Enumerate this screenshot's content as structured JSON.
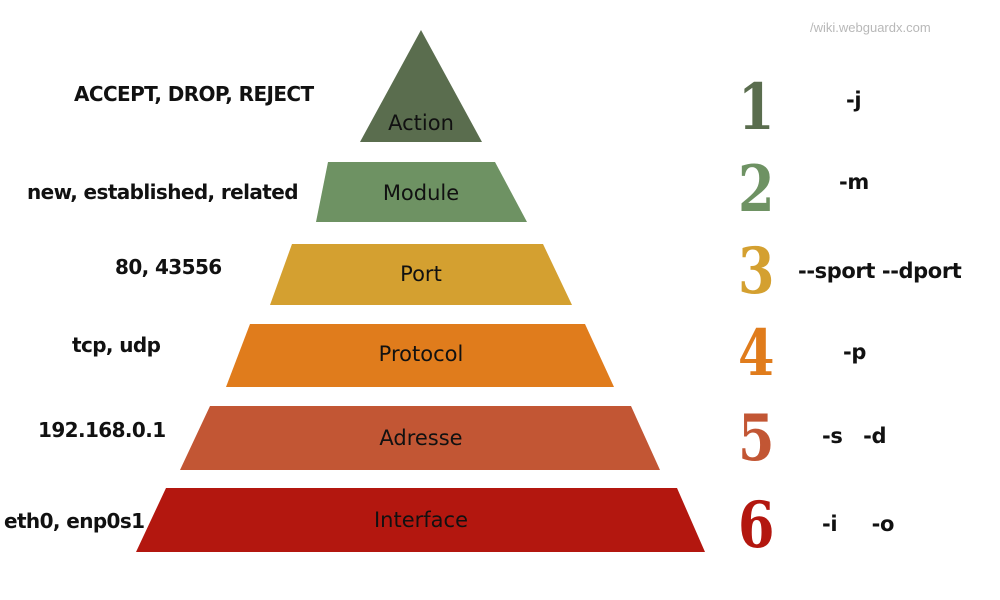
{
  "watermark": "/wiki.webguardx.com",
  "layers": [
    {
      "name": "Action",
      "example": "ACCEPT, DROP, REJECT",
      "number": "1",
      "flag": "-j",
      "color": "#5a6d4e"
    },
    {
      "name": "Module",
      "example": "new, established, related",
      "number": "2",
      "flag": "-m",
      "color": "#6e9263"
    },
    {
      "name": "Port",
      "example": "80, 43556",
      "number": "3",
      "flag": "--sport --dport",
      "color": "#d4a030"
    },
    {
      "name": "Protocol",
      "example": "tcp, udp",
      "number": "4",
      "flag": "-p",
      "color": "#e07c1c"
    },
    {
      "name": "Adresse",
      "example": "192.168.0.1",
      "number": "5",
      "flag": "-s   -d",
      "color": "#c25634"
    },
    {
      "name": "Interface",
      "example": "eth0, enp0s1",
      "number": "6",
      "flag": "-i     -o",
      "color": "#b3170f"
    }
  ]
}
